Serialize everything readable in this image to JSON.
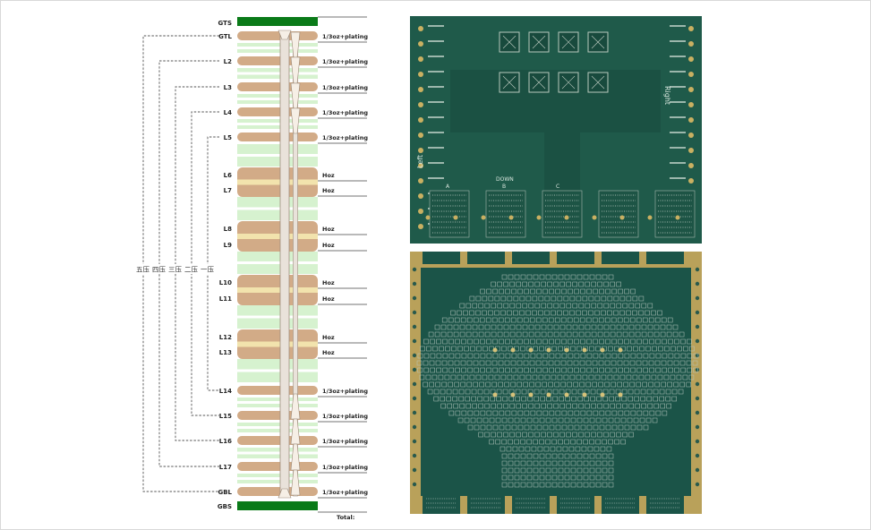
{
  "stackup": {
    "top_mask_label": "GTS",
    "bottom_mask_label": "GBS",
    "total_label": "Total:",
    "lamination_labels": [
      "五压",
      "四压",
      "三压",
      "二压",
      "一压"
    ],
    "layers": [
      {
        "label": "GTL",
        "spec": "1/3oz+plating"
      },
      {
        "label": "L2",
        "spec": "1/3oz+plating"
      },
      {
        "label": "L3",
        "spec": "1/3oz+plating"
      },
      {
        "label": "L4",
        "spec": "1/3oz+plating"
      },
      {
        "label": "L5",
        "spec": "1/3oz+plating"
      },
      {
        "label": "L6",
        "spec": "Hoz"
      },
      {
        "label": "L7",
        "spec": "Hoz"
      },
      {
        "label": "L8",
        "spec": "Hoz"
      },
      {
        "label": "L9",
        "spec": "Hoz"
      },
      {
        "label": "L10",
        "spec": "Hoz"
      },
      {
        "label": "L11",
        "spec": "Hoz"
      },
      {
        "label": "L12",
        "spec": "Hoz"
      },
      {
        "label": "L13",
        "spec": "Hoz"
      },
      {
        "label": "L14",
        "spec": "1/3oz+plating"
      },
      {
        "label": "L15",
        "spec": "1/3oz+plating"
      },
      {
        "label": "L16",
        "spec": "1/3oz+plating"
      },
      {
        "label": "L17",
        "spec": "1/3oz+plating"
      },
      {
        "label": "GBL",
        "spec": "1/3oz+plating"
      }
    ],
    "colors": {
      "copper": "#d2ab87",
      "copper_inner": "#f2e3ad",
      "prepreg": "#d6f2cf",
      "mask": "#0a7a18",
      "via": "#e9e2da"
    }
  },
  "photos": {
    "top_board_labels": [
      "Left",
      "Right",
      "DOWN",
      "A",
      "B",
      "C"
    ],
    "colors": {
      "board_green": "#1f5a4a",
      "gold_frame": "#b9a15a"
    }
  }
}
